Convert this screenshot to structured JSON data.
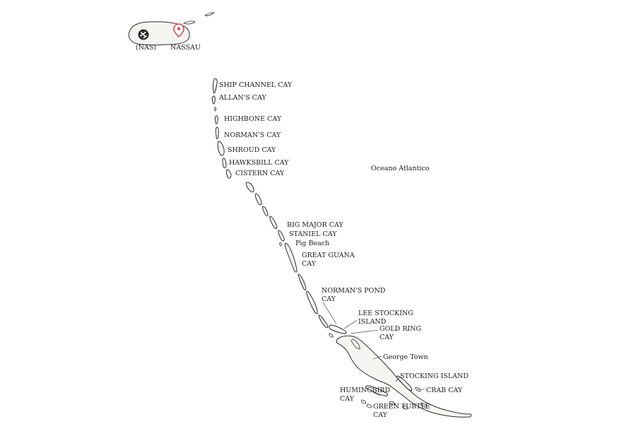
{
  "map": {
    "ocean_label": "Oceano Atlantico",
    "colors": {
      "land": "#f5f5f2",
      "coast": "#2d2d2d",
      "pin": "#d94a4a",
      "text": "#1a1a1a"
    },
    "places": {
      "nassau": "NASSAU",
      "airport": "(NAS)",
      "ship_channel_cay": "SHIP CHANNEL CAY",
      "allans_cay": "ALLAN'S CAY",
      "highbone_cay": "HIGHBONE CAY",
      "normans_cay": "NORMAN'S CAY",
      "shroud_cay": "SHROUD CAY",
      "hawksbill_cay": "HAWKSBILL CAY",
      "cistern_cay": "CISTERN CAY",
      "big_major_cay": "BIG MAJOR CAY",
      "staniel_cay": "STANIEL CAY",
      "pig_beach": "Pig Beach",
      "great_guana_line1": "GREAT GUANA",
      "great_guana_line2": "CAY",
      "normans_pond_line1": "NORMAN'S POND",
      "normans_pond_line2": "CAY",
      "lee_stocking_line1": "LEE STOCKING",
      "lee_stocking_line2": "ISLAND",
      "gold_ring_line1": "GOLD RING",
      "gold_ring_line2": "CAY",
      "george_town": "George Town",
      "stocking_island": "STOCKING ISLAND",
      "crab_cay": "CRAB CAY",
      "humingbird_line1": "HUMINGBIRD",
      "humingbird_line2": "CAY",
      "green_turtle_line1": "GREEN TURTLE",
      "green_turtle_line2": "CAY"
    },
    "icons": {
      "airport": "airplane-icon",
      "pin": "map-pin-icon"
    }
  }
}
